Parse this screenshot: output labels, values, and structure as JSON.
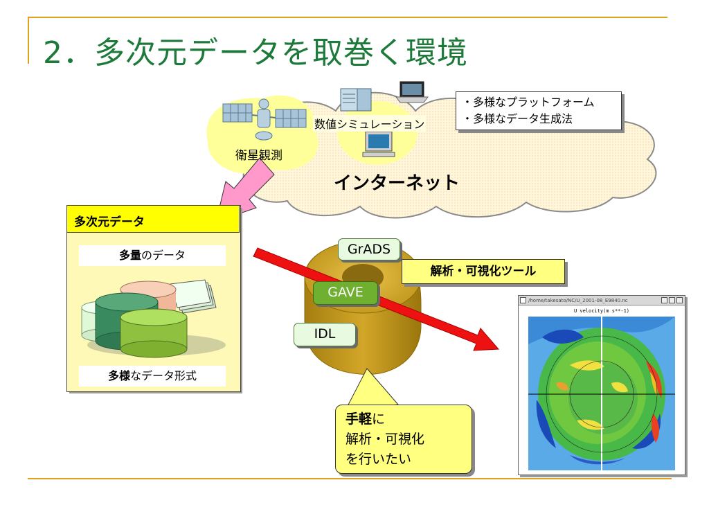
{
  "slide": {
    "title": "2．多次元データを取巻く環境"
  },
  "internet": {
    "label": "インターネット",
    "satellite_label": "衛星観測",
    "simulation_label": "数値シミュレーション",
    "platform_notes": [
      "・多様なプラットフォーム",
      "・多様なデータ生成法"
    ]
  },
  "multidim_data": {
    "header": "多次元データ",
    "volume_label": "多量のデータ",
    "volume_label_bold": "多量",
    "volume_label_rest": "のデータ",
    "format_label_bold": "多様",
    "format_label_rest": "なデータ形式"
  },
  "tools": {
    "items": [
      "GrADS",
      "GAVE",
      "IDL"
    ],
    "label": "解析・可視化ツール"
  },
  "callout": {
    "line1_bold": "手軽",
    "line1_rest": "に",
    "line2": "解析・可視化",
    "line3": "を行いたい"
  },
  "map_window": {
    "titlebar": "/home/takesato/NC/U_2001-08_E9840.nc",
    "caption": "U velocity(m s**-1)"
  },
  "colors": {
    "title": "#1e7a3a",
    "accent_rule": "#e0a020",
    "arrow_red": "#ee1111",
    "arrow_pink": "#ff99cc",
    "cloud": "#fff4d8"
  }
}
